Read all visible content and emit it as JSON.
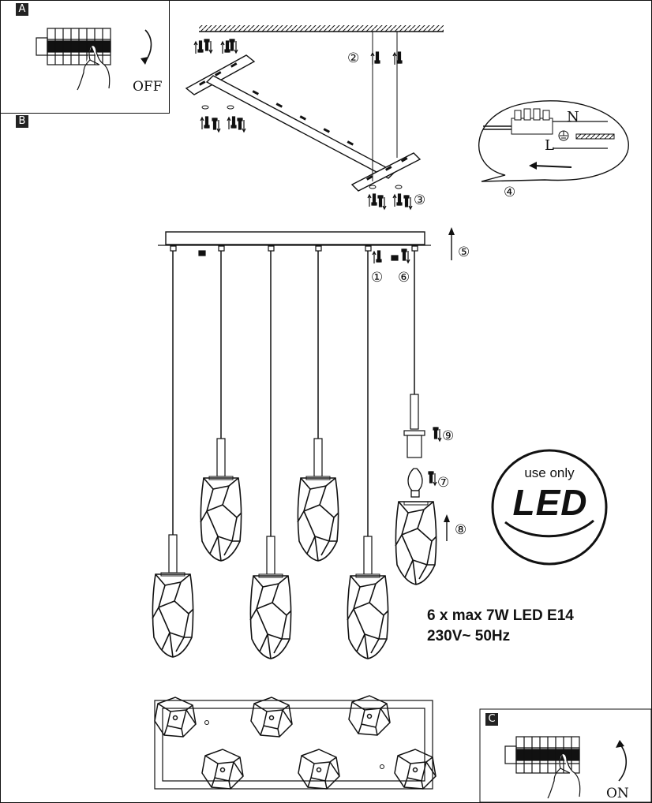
{
  "panels": {
    "a": {
      "label": "A",
      "caption": "OFF"
    },
    "b": {
      "label": "B"
    },
    "c": {
      "label": "C",
      "caption": "ON"
    }
  },
  "steps": [
    "①",
    "②",
    "③",
    "④",
    "⑤",
    "⑥",
    "⑦",
    "⑧",
    "⑨"
  ],
  "wiring": {
    "neutral": "N",
    "live": "L"
  },
  "badge": {
    "top_text": "use only",
    "main_text": "LED"
  },
  "specs": {
    "line1": "6 x max 7W LED E14",
    "line2": "230V~ 50Hz"
  },
  "colors": {
    "ink": "#111111",
    "paper": "#ffffff"
  }
}
